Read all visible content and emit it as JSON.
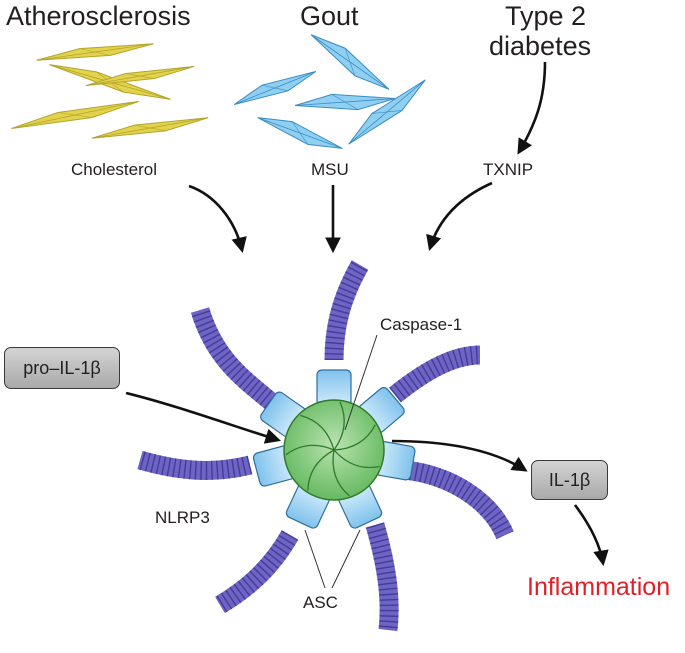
{
  "diseases": {
    "atherosclerosis": "Atherosclerosis",
    "gout": "Gout",
    "diabetes_line1": "Type 2",
    "diabetes_line2": "diabetes"
  },
  "triggers": {
    "cholesterol": "Cholesterol",
    "msu": "MSU",
    "txnip": "TXNIP"
  },
  "complex": {
    "caspase": "Caspase-1",
    "nlrp3": "NLRP3",
    "asc": "ASC"
  },
  "inputs": {
    "pro_il1b": "pro–IL-1β"
  },
  "outputs": {
    "il1b": "IL-1β",
    "inflammation": "Inflammation"
  },
  "colors": {
    "cholesterol_crystal": "#e2d24c",
    "msu_crystal": "#8fd0f2",
    "nlrp3_coil": "#6e64c4",
    "asc_domain": "#9fd4f4",
    "caspase": "#7cc775",
    "inflammation_text": "#e11f26"
  }
}
